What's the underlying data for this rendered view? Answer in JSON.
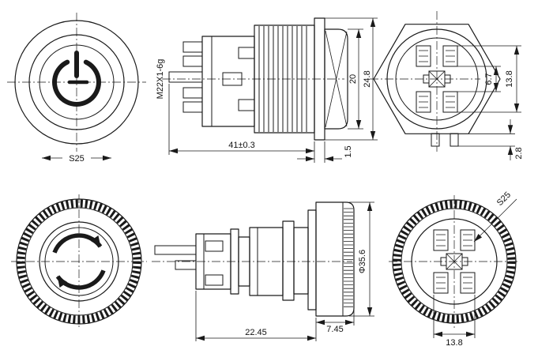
{
  "drawing": {
    "background_color": "#ffffff",
    "line_color": "#1a1a1a",
    "power_front": {
      "across_flats": "S25"
    },
    "power_side": {
      "thread_spec": "M22X1-6g",
      "overall_length": "41±0.3",
      "bezel_diameter": "24.8",
      "cap_diameter": "20",
      "flange_thickness": "1.5"
    },
    "power_rear": {
      "terminal_span": "13.8",
      "terminal_gap": "6.7",
      "terminal_height": "2.8"
    },
    "estop_side": {
      "body_length": "22.45",
      "head_depth": "7.45",
      "head_diameter": "Φ35.6"
    },
    "estop_rear": {
      "across_flats": "S25",
      "terminal_span": "13.8"
    }
  }
}
